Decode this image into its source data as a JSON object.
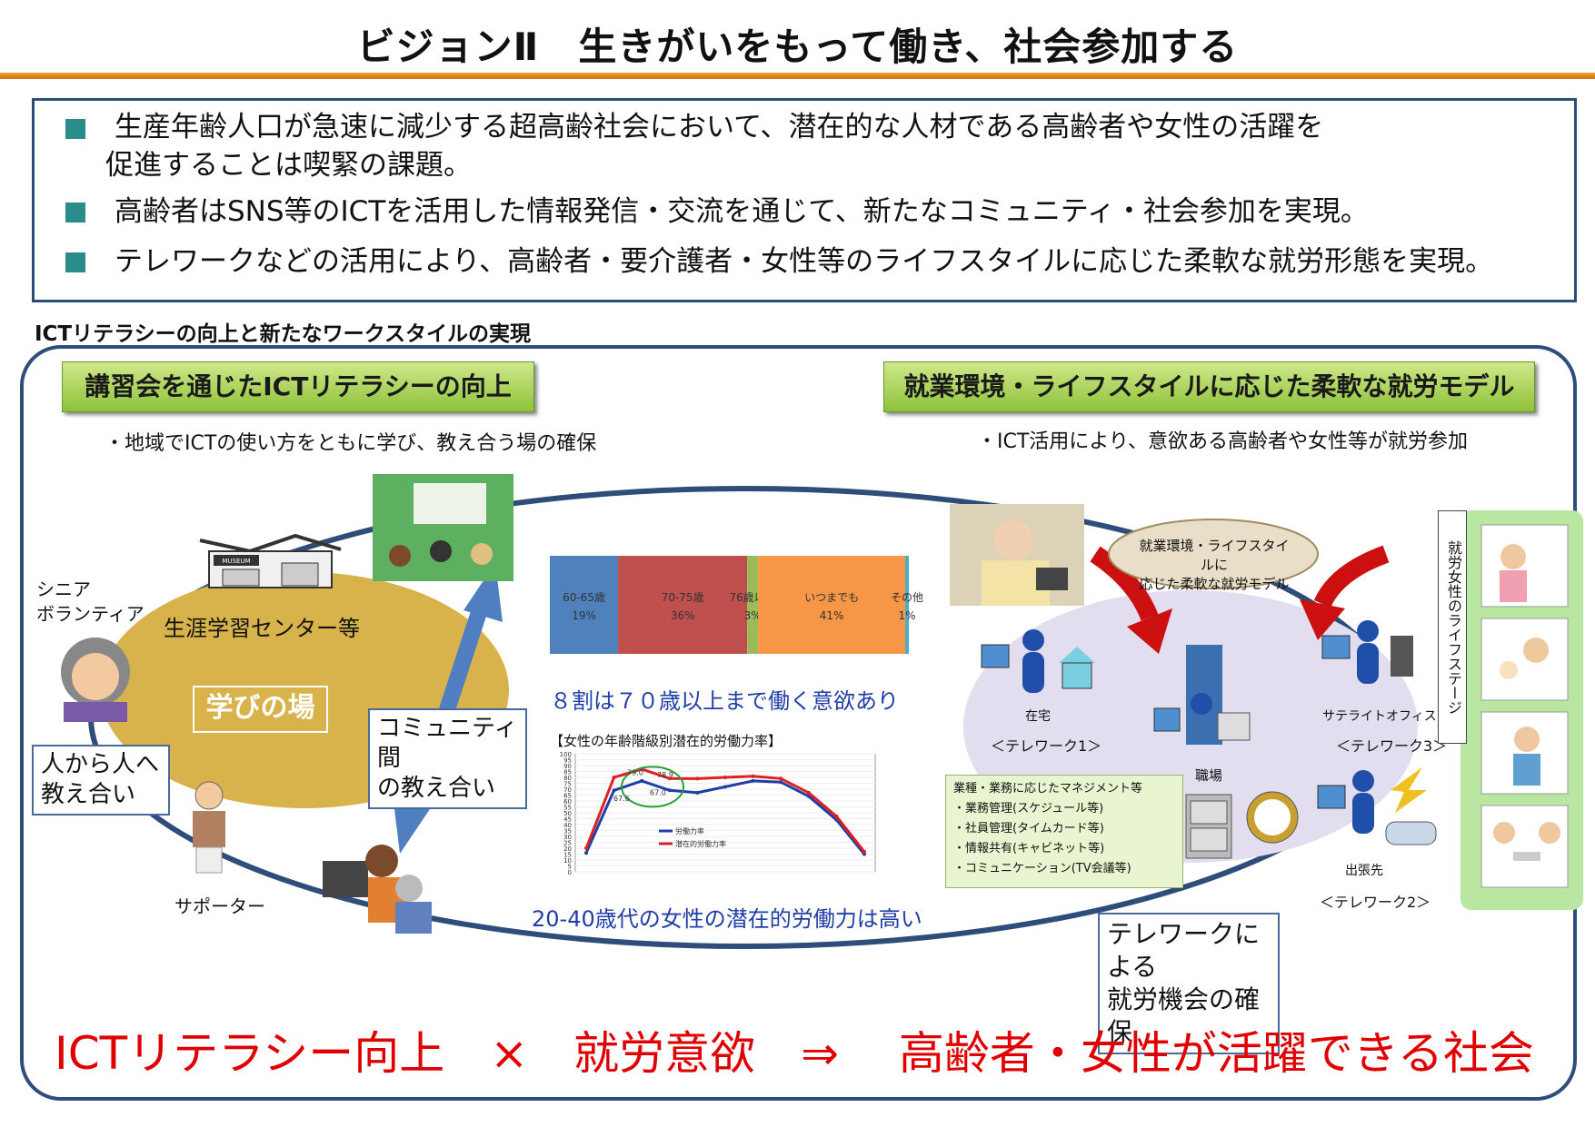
{
  "title": "ビジョンⅡ　生きがいをもって働き、社会参加する",
  "summary": {
    "bullets": [
      {
        "line1": "生産年齢人口が急速に減少する超高齢社会において、潜在的な人材である高齢者や女性の活躍を",
        "line2": "促進することは喫緊の課題。"
      },
      {
        "line1": "高齢者はSNS等のICTを活用した情報発信・交流を通じて、新たなコミュニティ・社会参加を実現。"
      },
      {
        "line1": "テレワークなどの活用により、高齢者・要介護者・女性等のライフスタイルに応じた柔軟な就労形態を実現。"
      }
    ],
    "bullet_color": "#2b8c8c"
  },
  "section_label": "ICTリテラシーの向上と新たなワークスタイルの実現",
  "left_panel": {
    "header": "講習会を通じたICTリテラシーの向上",
    "note": "・地域でICTの使い方をともに学び、教え合う場の確保",
    "senior_label_1": "シニア",
    "senior_label_2": "ボランティア",
    "center_label": "生涯学習センター等",
    "museum_sign": "MUSEUM",
    "place_label": "学びの場",
    "community_box": [
      "コミュニティ間",
      "の教え合い"
    ],
    "teach_box": [
      "人から人へ",
      "教え合い"
    ],
    "supporter_label": "サポーター"
  },
  "middle_panel": {
    "bar_caption": "８割は７０歳以上まで働く意欲あり",
    "line_chart_title": "【女性の年齢階級別潜在的労働力率】",
    "line_caption": "20-40歳代の女性の潜在的労働力は高い"
  },
  "right_panel": {
    "header": "就業環境・ライフスタイルに応じた柔軟な就労モデル",
    "note": "・ICT活用により、意欲ある高齢者や女性等が就労参加",
    "bubble": [
      "就業環境・ライフスタイルに",
      "応じた柔軟な就労モデル"
    ],
    "home_label": "在宅",
    "home_sub": "＜テレワーク1＞",
    "office_label": "職場",
    "satellite_label": "サテライトオフィス",
    "satellite_sub": "＜テレワーク3＞",
    "trip_label": "出張先",
    "trip_sub": "＜テレワーク2＞",
    "mgmt_title": "業種・業務に応じたマネジメント等",
    "mgmt_items": [
      "・業務管理(スケジュール等)",
      "・社員管理(タイムカード等)",
      "・情報共有(キャビネット等)",
      "・コミュニケーション(TV会議等)"
    ],
    "telework_box": [
      "テレワークによる",
      "就労機会の確保"
    ],
    "lifestage_label": "就労女性のライフステージ"
  },
  "bottom_line": "ICTリテラシー向上　×　就労意欲　⇒　 高齢者・女性が活躍できる社会",
  "chart_data": [
    {
      "type": "bar",
      "orientation": "horizontal-stacked",
      "title": "",
      "categories": [
        "60-65歳",
        "70-75歳",
        "76歳以上",
        "いつまでも",
        "その他"
      ],
      "values": [
        19,
        36,
        3,
        41,
        1
      ],
      "value_labels": [
        "19%",
        "36%",
        "3%",
        "41%",
        "1%"
      ],
      "colors": [
        "#4f81bd",
        "#c0504d",
        "#9bbb59",
        "#f79646",
        "#4bacc6"
      ]
    },
    {
      "type": "line",
      "title": "【女性の年齢階級別潜在的労働力率】",
      "ylim": [
        0,
        100
      ],
      "yticks": [
        0,
        5,
        10,
        15,
        20,
        25,
        30,
        35,
        40,
        45,
        50,
        55,
        60,
        65,
        70,
        75,
        80,
        85,
        90,
        95,
        100
      ],
      "series": [
        {
          "name": "労働力率",
          "color": "#1f3ea8",
          "values": [
            16,
            69,
            77,
            69,
            67,
            72,
            77,
            76,
            64,
            44,
            15
          ]
        },
        {
          "name": "潜在的労働力率",
          "color": "#e02020",
          "values": [
            20,
            80,
            87,
            79,
            78.9,
            80,
            81,
            79,
            67,
            47,
            17
          ]
        }
      ],
      "annotations": [
        "79.0",
        "78.9",
        "67.6",
        "67.0"
      ]
    }
  ]
}
